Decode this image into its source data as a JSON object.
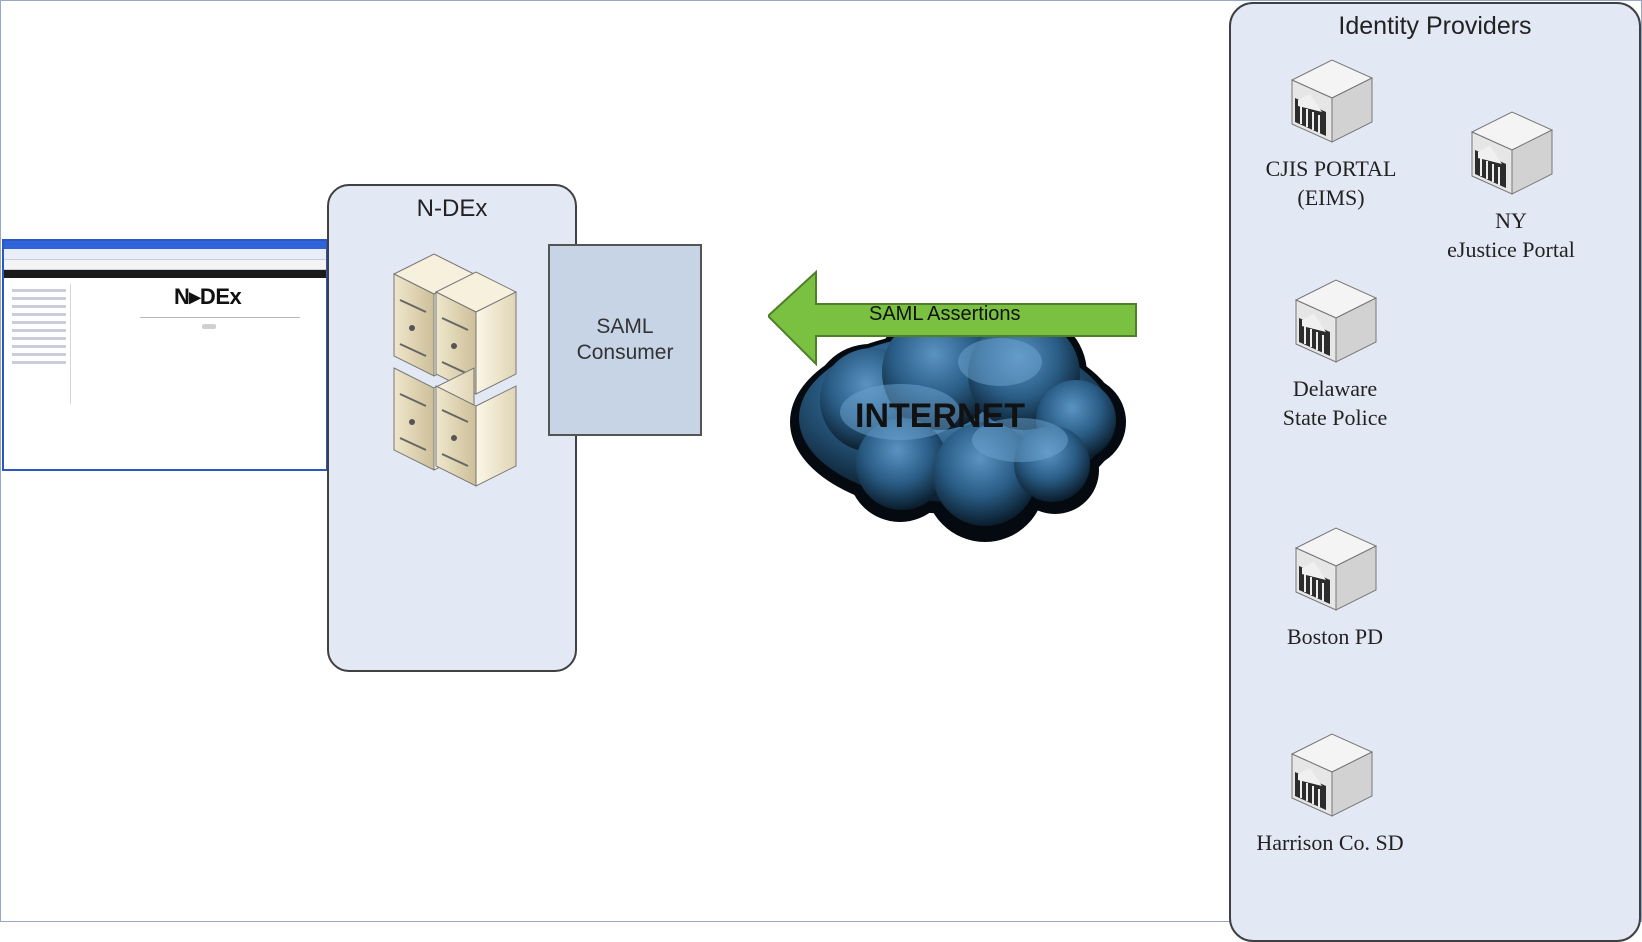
{
  "browser_thumbnail": {
    "logo_text": "N▸DEx"
  },
  "ndex": {
    "title": "N-DEx"
  },
  "saml_consumer": {
    "line1": "SAML",
    "line2": "Consumer"
  },
  "internet": {
    "label": "INTERNET"
  },
  "arrow": {
    "label": "SAML Assertions",
    "color": "#7ac142"
  },
  "identity_providers": {
    "title": "Identity Providers",
    "items": [
      {
        "line1": "CJIS PORTAL",
        "line2": "(EIMS)"
      },
      {
        "line1": "NY",
        "line2": "eJustice Portal"
      },
      {
        "line1": "Delaware",
        "line2": "State Police"
      },
      {
        "line1": "Boston PD",
        "line2": ""
      },
      {
        "line1": "Harrison Co. SD",
        "line2": ""
      }
    ]
  },
  "colors": {
    "container_fill": "#e3e9f4",
    "consumer_fill": "#c6d4e6",
    "cloud": "#2e6a93"
  }
}
